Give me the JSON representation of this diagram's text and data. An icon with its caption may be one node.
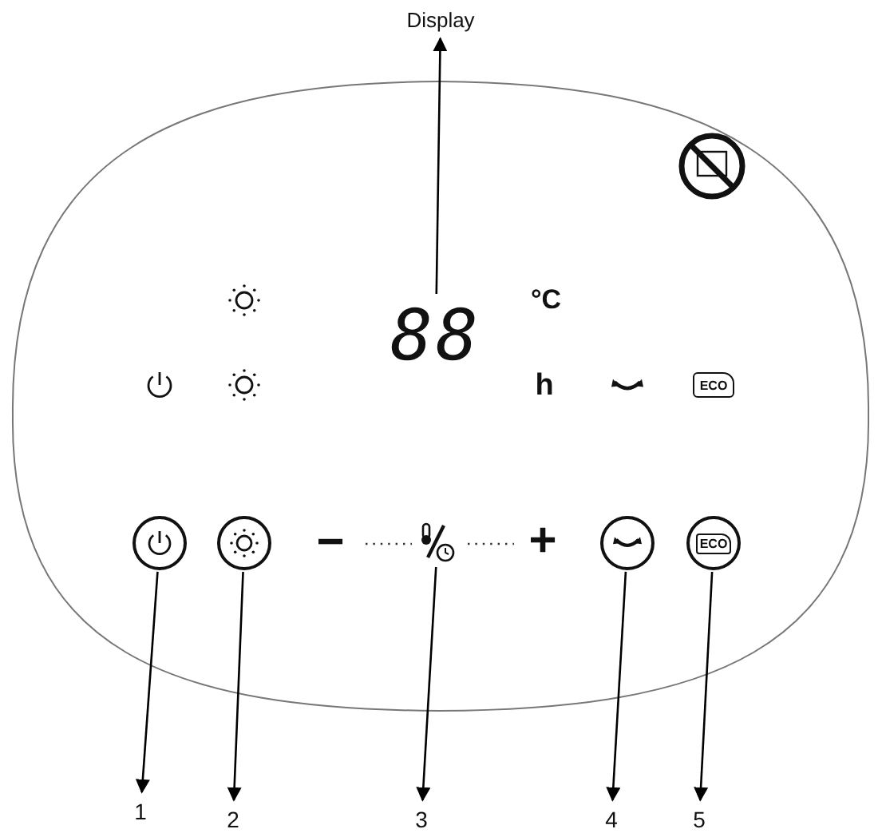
{
  "diagram": {
    "nodes": [
      {
        "text": [
          "Display"
        ]
      },
      {
        "text": [
          "88"
        ]
      },
      {
        "text": [],
        "shape": "circle"
      },
      {
        "text": [],
        "shape": "circle"
      },
      {
        "text": [],
        "shape": "icon"
      },
      {
        "text": [],
        "shape": "circle"
      },
      {
        "text": [
          "ECO"
        ]
      },
      {
        "text": [
          "1"
        ]
      },
      {
        "text": [
          "2"
        ]
      },
      {
        "text": [
          "3"
        ]
      },
      {
        "text": [
          "4"
        ]
      },
      {
        "text": [
          "5"
        ]
      }
    ],
    "edges": [
      {
        "from": 1,
        "to": 0,
        "arrow": "to"
      },
      {
        "from": 2,
        "to": 7,
        "arrow": "to"
      },
      {
        "from": 3,
        "to": 8,
        "arrow": "to"
      },
      {
        "from": 4,
        "to": 9,
        "arrow": "to"
      },
      {
        "from": 5,
        "to": 10,
        "arrow": "to"
      },
      {
        "from": 6,
        "to": 11,
        "arrow": "to"
      }
    ],
    "labels": [
      "°C",
      "h",
      "ECO",
      "−",
      "+"
    ]
  }
}
